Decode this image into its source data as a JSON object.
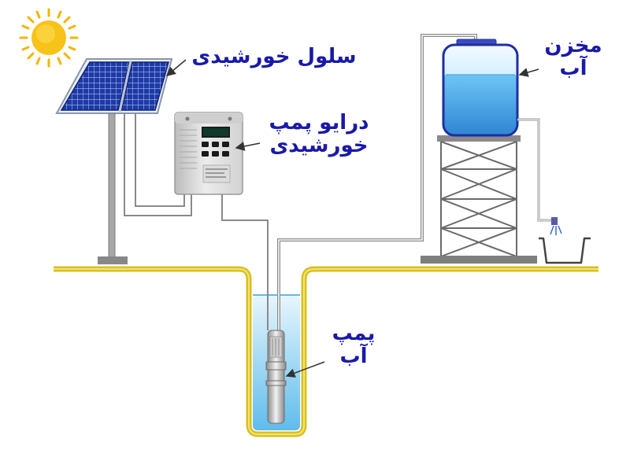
{
  "labels": {
    "solar_cell": "سلول خورشیدی",
    "solar_pump_drive_line1": "درایو پمپ",
    "solar_pump_drive_line2": "خورشیدی",
    "water_tank_line1": "مخزن",
    "water_tank_line2": "آب",
    "water_pump_line1": "پمپ",
    "water_pump_line2": "آب"
  },
  "colors": {
    "label_text": "#1a1aa8",
    "ground_line": "#d8c020",
    "water": "#6ec6f0",
    "solar_panel": "#1f3aa8",
    "sun": "#f7b500",
    "pipe": "#8a8a8a"
  },
  "icons": [
    "sun-icon",
    "solar-panel-icon",
    "pump-drive-icon",
    "water-tank-icon",
    "submersible-pump-icon",
    "faucet-icon",
    "basin-icon"
  ]
}
